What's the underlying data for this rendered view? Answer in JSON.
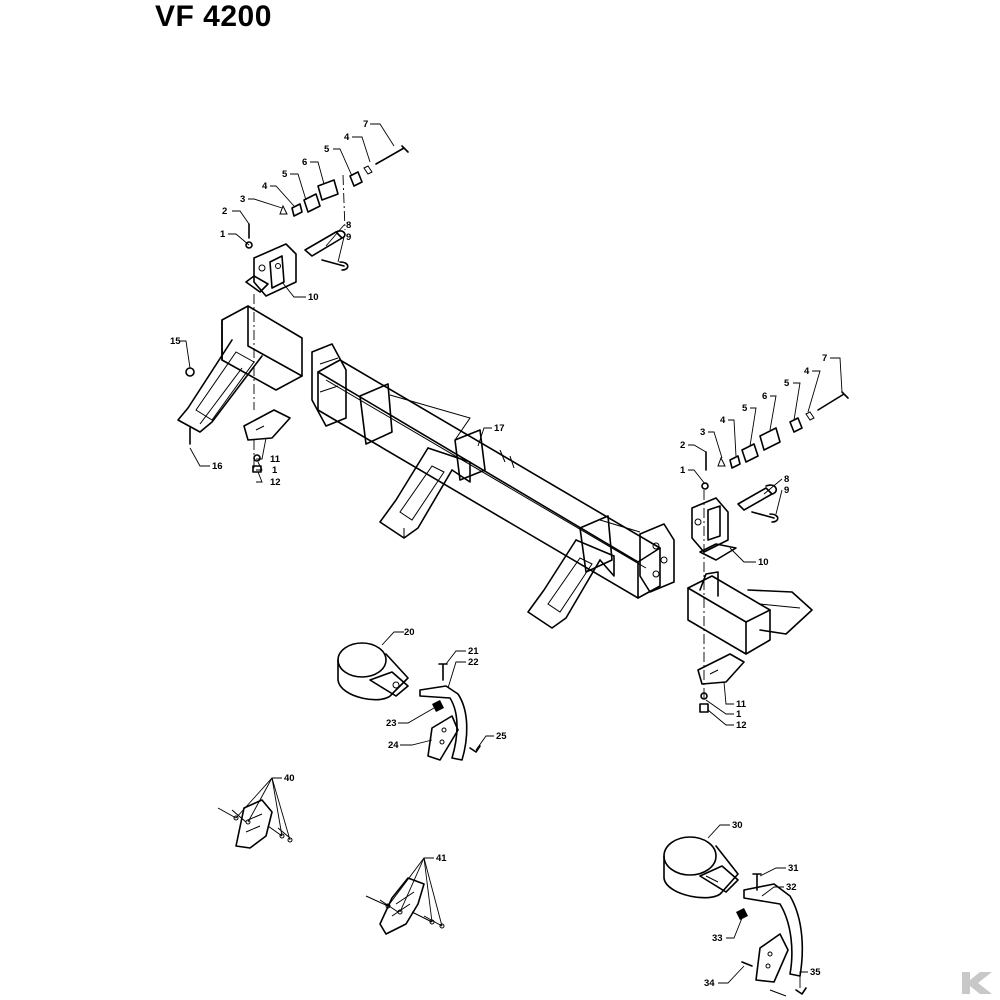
{
  "title": "VF 4200",
  "callouts": [
    {
      "id": "c7a",
      "label": "7"
    },
    {
      "id": "c4a",
      "label": "4"
    },
    {
      "id": "c5a",
      "label": "5"
    },
    {
      "id": "c6a",
      "label": "6"
    },
    {
      "id": "c5b",
      "label": "5"
    },
    {
      "id": "c4b",
      "label": "4"
    },
    {
      "id": "c3a",
      "label": "3"
    },
    {
      "id": "c2a",
      "label": "2"
    },
    {
      "id": "c1a",
      "label": "1"
    },
    {
      "id": "c8a",
      "label": "8"
    },
    {
      "id": "c9a",
      "label": "9"
    },
    {
      "id": "c10a",
      "label": "10"
    },
    {
      "id": "c15",
      "label": "15"
    },
    {
      "id": "c11a",
      "label": "11"
    },
    {
      "id": "c1b",
      "label": "1"
    },
    {
      "id": "c12a",
      "label": "12"
    },
    {
      "id": "c16",
      "label": "16"
    },
    {
      "id": "c17",
      "label": "17"
    },
    {
      "id": "c7b",
      "label": "7"
    },
    {
      "id": "c4c",
      "label": "4"
    },
    {
      "id": "c5c",
      "label": "5"
    },
    {
      "id": "c6b",
      "label": "6"
    },
    {
      "id": "c5d",
      "label": "5"
    },
    {
      "id": "c4d",
      "label": "4"
    },
    {
      "id": "c3b",
      "label": "3"
    },
    {
      "id": "c2b",
      "label": "2"
    },
    {
      "id": "c1c",
      "label": "1"
    },
    {
      "id": "c8b",
      "label": "8"
    },
    {
      "id": "c9b",
      "label": "9"
    },
    {
      "id": "c10b",
      "label": "10"
    },
    {
      "id": "c11b",
      "label": "11"
    },
    {
      "id": "c1d",
      "label": "1"
    },
    {
      "id": "c12b",
      "label": "12"
    },
    {
      "id": "c20",
      "label": "20"
    },
    {
      "id": "c21",
      "label": "21"
    },
    {
      "id": "c22",
      "label": "22"
    },
    {
      "id": "c23",
      "label": "23"
    },
    {
      "id": "c24",
      "label": "24"
    },
    {
      "id": "c25",
      "label": "25"
    },
    {
      "id": "c40",
      "label": "40"
    },
    {
      "id": "c41",
      "label": "41"
    },
    {
      "id": "c30",
      "label": "30"
    },
    {
      "id": "c31",
      "label": "31"
    },
    {
      "id": "c32",
      "label": "32"
    },
    {
      "id": "c33",
      "label": "33"
    },
    {
      "id": "c34",
      "label": "34"
    },
    {
      "id": "c35",
      "label": "35"
    }
  ],
  "logo": {
    "name": "kramp-k-logo",
    "color": "#c8c8c8"
  }
}
